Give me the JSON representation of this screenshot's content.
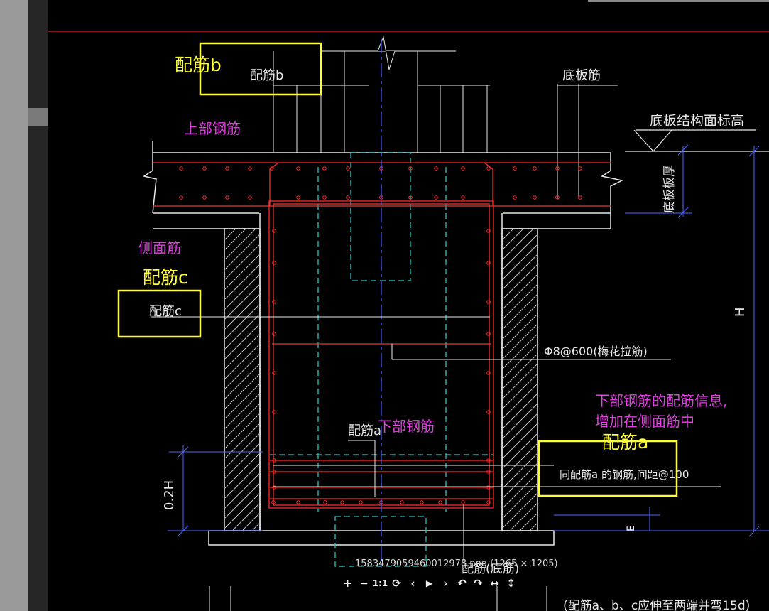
{
  "drawing": {
    "labels": {
      "rebar_b_small": "配筋b",
      "bottom_slab": "底板筋",
      "slab_elevation": "底板结构面标高",
      "slab_thickness": "底板板厚",
      "rebar_c_small": "配筋c",
      "tie_bar": "Φ8@600(梅花拉筋)",
      "rebar_a_small": "配筋a",
      "same_rebar_note": "同配筋a 的钢筋,间距@100",
      "height_h": "H",
      "height_02h": "0.2H",
      "dim_small": "E",
      "rebar_bottom_cut": "配筋(底筋)",
      "bottom_note_cut": "(配筋a、b、c应伸至两端并弯15d)"
    },
    "annotations": {
      "rebar_b": "配筋b",
      "upper_rebar": "上部钢筋",
      "side_rebar": "侧面筋",
      "rebar_c": "配筋c",
      "lower_rebar": "下部钢筋",
      "lower_info_line1": "下部钢筋的配筋信息,",
      "lower_info_line2": "增加在侧面筋中",
      "rebar_a": "配筋a"
    },
    "colors": {
      "rebar": "#ff2a2a",
      "structure": "#e8e8e8",
      "centerline": "#3a4dff",
      "hidden": "#1fc9c9",
      "dimension": "#4a6cff",
      "annotation_box": "#ffff33",
      "annotation_text": "#e040e0"
    }
  },
  "viewer": {
    "caption": "1583479059460012978.png (1265 × 1205)",
    "toolbar": {
      "zoom_in": "+",
      "zoom_out": "−",
      "actual_size": "1:1",
      "refresh": "⟳",
      "prev": "‹",
      "play": "▶",
      "next": "›",
      "rotate_left": "↶",
      "rotate_right": "↷",
      "fit_width": "↔",
      "fit_height": "↕"
    }
  }
}
